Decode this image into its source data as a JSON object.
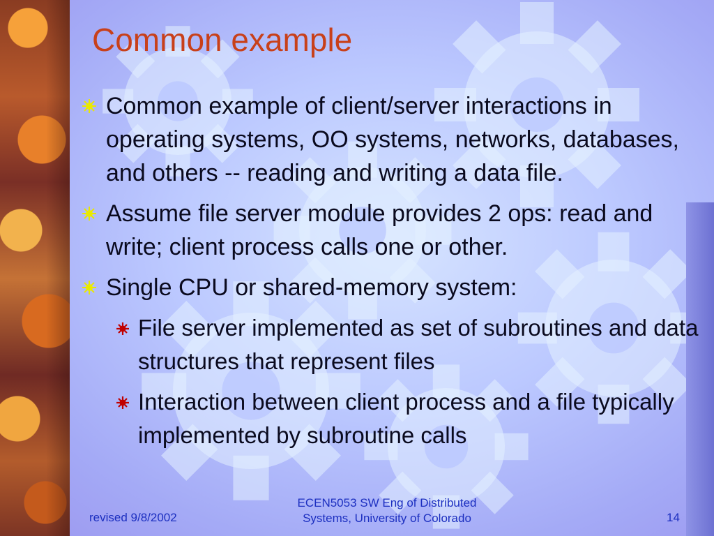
{
  "slide": {
    "title": "Common example",
    "bullets": [
      {
        "text": "Common example of client/server interactions in operating systems, OO systems, networks, databases, and others -- reading and writing a data file."
      },
      {
        "text": "Assume file server module provides 2 ops: read and write; client process calls one or other."
      },
      {
        "text": "Single CPU or shared-memory system:"
      }
    ],
    "subbullets": [
      {
        "text": "File server implemented as set of subroutines and data structures that represent files"
      },
      {
        "text": "Interaction between client process and a file typically implemented by subroutine calls"
      }
    ]
  },
  "footer": {
    "date": "revised 9/8/2002",
    "course_line1": "ECEN5053 SW Eng of Distributed",
    "course_line2": "Systems, University of Colorado",
    "page_number": "14"
  },
  "colors": {
    "title": "#c8401a",
    "body_text": "#0a0a1e",
    "footer_text": "#1c2fc0",
    "bullet_yellow": "#e8e800",
    "subbullet_red": "#c00000",
    "background_light": "#d6e4ff",
    "background_dark": "#9b96ef"
  },
  "icons": {
    "level1": "sunburst-bullet-icon",
    "level2": "star-bullet-icon"
  }
}
